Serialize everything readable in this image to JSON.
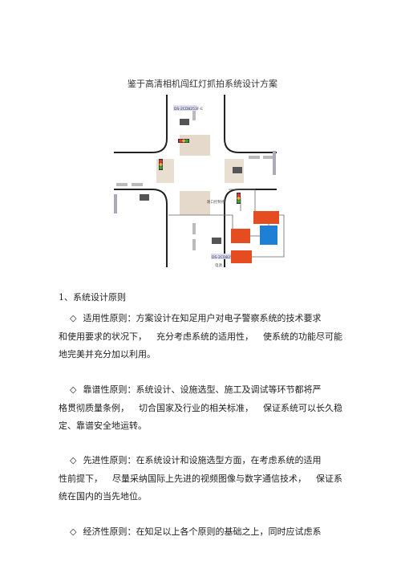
{
  "title": "鉴于高清相机闯红灯抓拍系统设计方案",
  "diagram": {
    "labels": {
      "top_device": "DS-2CD8253F-E",
      "bottom_device": "DS-2CD8253F-E",
      "center_top": "路口控制柜",
      "bottom_small": "电源"
    }
  },
  "section": {
    "heading": "1、系统设计原则"
  },
  "paragraphs": [
    {
      "bullet": "◇",
      "line1": "适用性原则：方案设计在知足用户对电子警察系统的技术要求",
      "line2": [
        "和使用要求的状况下，",
        "充分考虑系统的适用性，",
        "使系统的功能尽可能"
      ],
      "line3": "地完美并充分加以利用。"
    },
    {
      "bullet": "◇",
      "line1": "靠谱性原则：系统设计、设施选型、施工及调试等环节都将严",
      "line2": [
        "格贯彻质量条例，",
        "切合国家及行业的相关标准，",
        "保证系统可以长久稳"
      ],
      "line3": "定、靠谱安全地运转。"
    },
    {
      "bullet": "◇",
      "line1": "先进性原则：在系统设计和设施选型方面，在考虑系统的适用",
      "line2": [
        "性前提下，",
        "尽量采纳国际上先进的视频图像与数字通信技术，",
        "保证系"
      ],
      "line3": "统在国内的当先地位。"
    },
    {
      "bullet": "◇",
      "line1": "经济性原则：在知足以上各个原则的基础之上，同时应试虑系"
    }
  ]
}
